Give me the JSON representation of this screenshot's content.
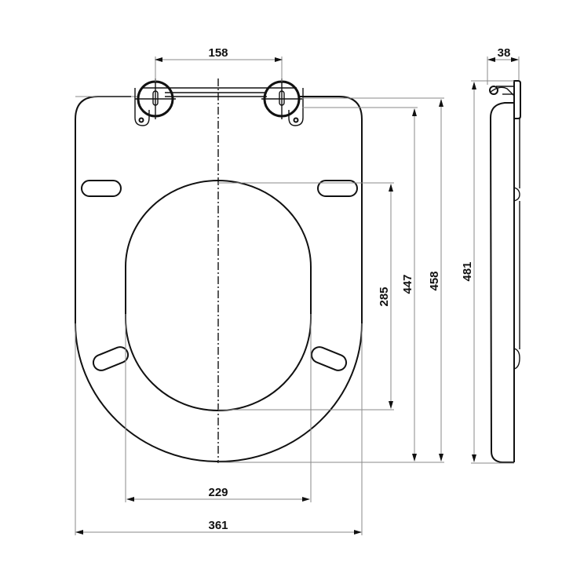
{
  "diagram": {
    "subject": "toilet seat dimension drawing",
    "views": [
      "front view",
      "side view"
    ],
    "units": "mm",
    "line_color": "#111111",
    "dimension_line_color": "#8a8a8a"
  },
  "dimensions": {
    "hinge_spacing": "158",
    "side_thickness": "38",
    "inner_opening_width": "229",
    "overall_width": "361",
    "inner_opening_length": "285",
    "seat_length": "447",
    "lid_length": "458",
    "overall_length": "481"
  }
}
